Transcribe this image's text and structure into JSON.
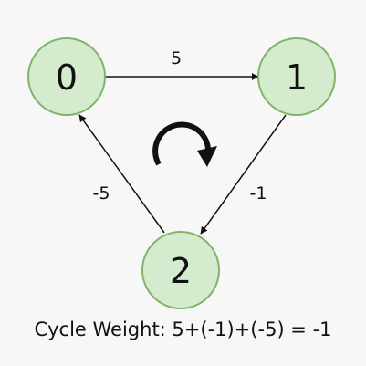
{
  "nodes": [
    {
      "label": "0"
    },
    {
      "label": "1"
    },
    {
      "label": "2"
    }
  ],
  "edges": [
    {
      "from": "0",
      "to": "1",
      "weight": "5"
    },
    {
      "from": "1",
      "to": "2",
      "weight": "-1"
    },
    {
      "from": "2",
      "to": "0",
      "weight": "-5"
    }
  ],
  "cycle_icon": "clockwise-cycle-arrow-icon",
  "caption": "Cycle Weight: 5+(-1)+(-5) = -1",
  "colors": {
    "node_fill": "#d5ebcd",
    "node_stroke": "#82b36a",
    "ink": "#111111",
    "background": "#f7f7f7"
  }
}
